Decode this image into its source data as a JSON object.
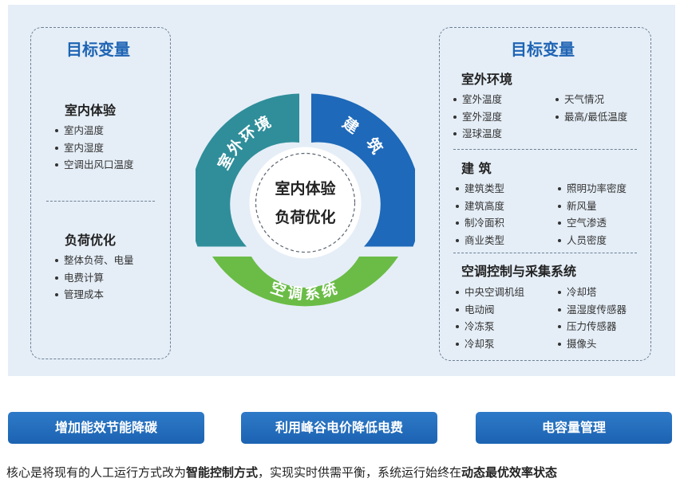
{
  "left_box": {
    "title": "目标变量",
    "section1": {
      "title": "室内体验",
      "items": [
        "室内温度",
        "室内湿度",
        "空调出风口温度"
      ]
    },
    "section2": {
      "title": "负荷优化",
      "items": [
        "整体负荷、电量",
        "电费计算",
        "管理成本"
      ]
    }
  },
  "center": {
    "line1": "室内体验",
    "line2": "负荷优化",
    "segments": [
      {
        "label": "室外环境",
        "color": "#2f8e9a"
      },
      {
        "label": "建筑",
        "color": "#1e69b9"
      },
      {
        "label": "空调系统",
        "color": "#6abc46"
      }
    ]
  },
  "right_box": {
    "title": "目标变量",
    "outdoor": {
      "title": "室外环境",
      "col1": [
        "室外温度",
        "室外湿度",
        "湿球温度"
      ],
      "col2": [
        "天气情况",
        "最高/最低温度"
      ]
    },
    "building": {
      "title": "建 筑",
      "col1": [
        "建筑类型",
        "建筑高度",
        "制冷面积",
        "商业类型"
      ],
      "col2": [
        "照明功率密度",
        "新风量",
        "空气渗透",
        "人员密度"
      ]
    },
    "hvac": {
      "title": "空调控制与采集系统",
      "col1": [
        "中央空调机组",
        "电动阀",
        "冷冻泵",
        "冷却泵"
      ],
      "col2": [
        "冷却塔",
        "温湿度传感器",
        "压力传感器",
        "摄像头"
      ]
    }
  },
  "buttons": [
    "增加能效节能降碳",
    "利用峰谷电价降低电费",
    "电容量管理"
  ],
  "footer": {
    "part1": "核心是将现有的人工运行方式改为",
    "bold1": "智能控制方式",
    "part2": "，实现实时供需平衡，系统运行始终在",
    "bold2": "动态最优效率状态"
  }
}
